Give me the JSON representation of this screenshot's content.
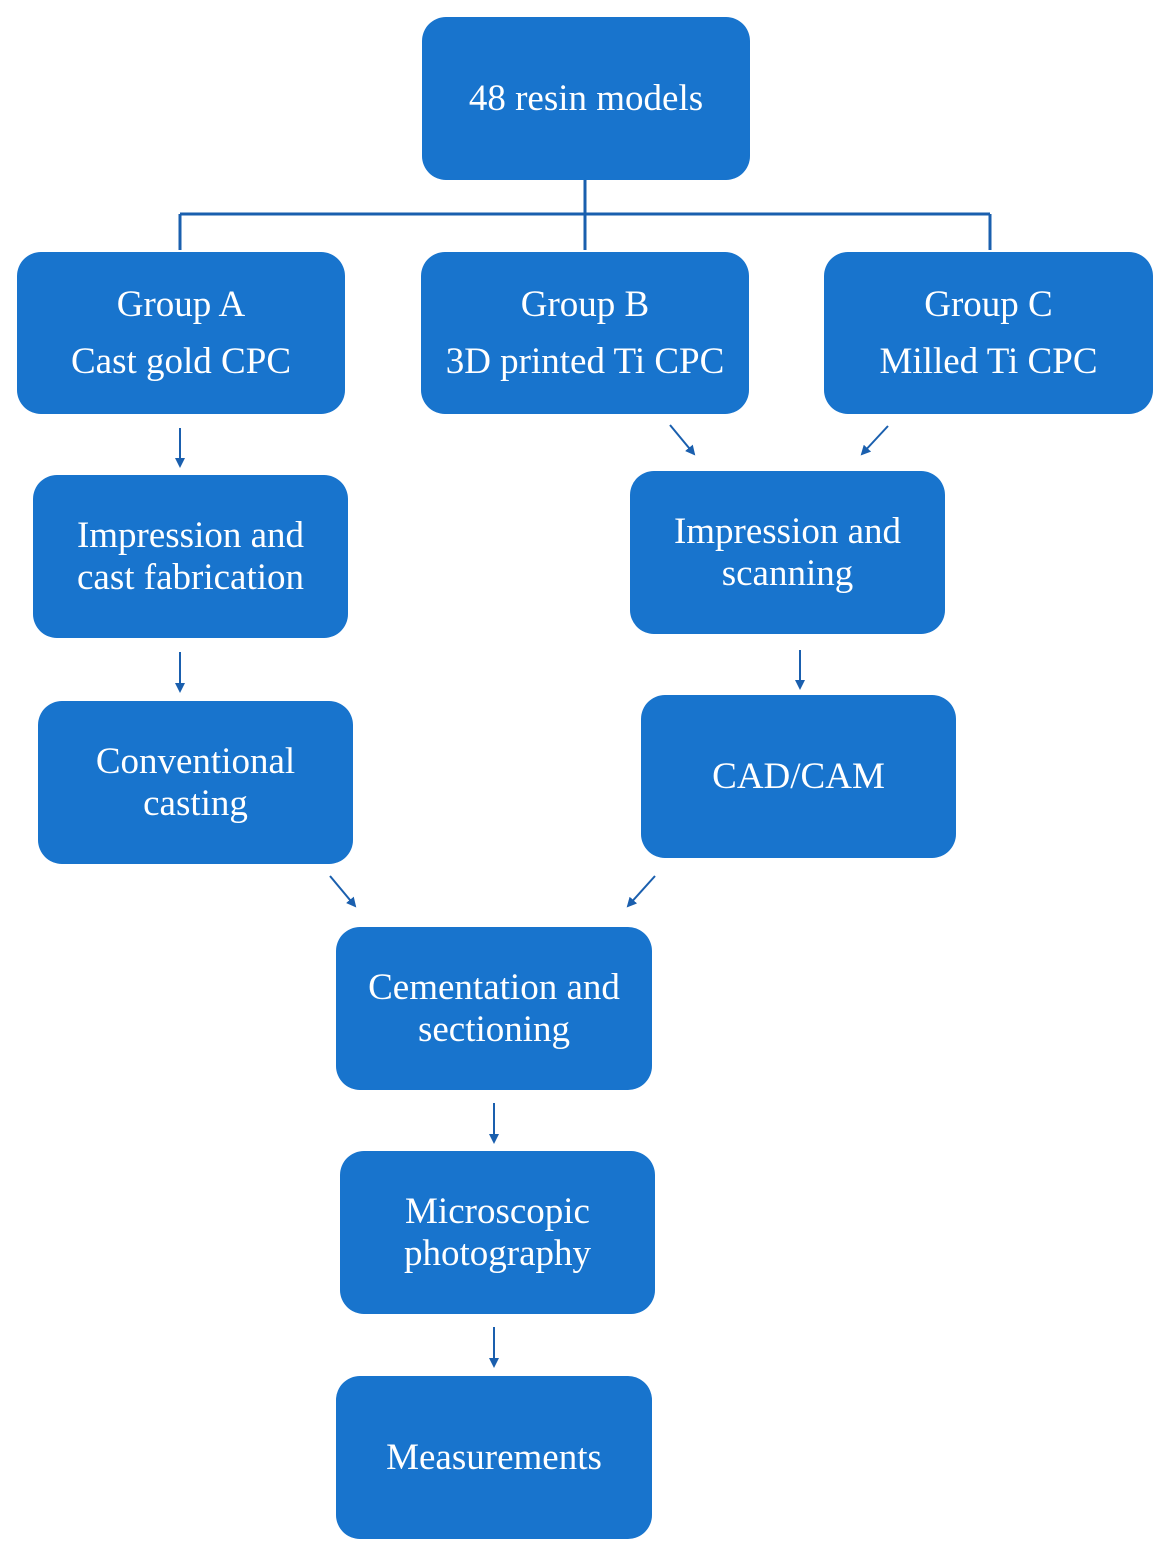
{
  "diagram": {
    "root": "48 resin models",
    "group_a": {
      "line1": "Group A",
      "line2": "Cast gold CPC"
    },
    "group_b": {
      "line1": "Group B",
      "line2": "3D printed Ti CPC"
    },
    "group_c": {
      "line1": "Group C",
      "line2": "Milled Ti CPC"
    },
    "impression_cast": {
      "line1": "Impression and",
      "line2": "cast fabrication"
    },
    "impression_scan": {
      "line1": "Impression and",
      "line2": "scanning"
    },
    "conventional": {
      "line1": "Conventional",
      "line2": "casting"
    },
    "cadcam": "CAD/CAM",
    "cementation": {
      "line1": "Cementation and",
      "line2": "sectioning"
    },
    "microscopic": {
      "line1": "Microscopic",
      "line2": "photography"
    },
    "measurements": "Measurements"
  },
  "colors": {
    "box_fill": "#1874CD",
    "connector": "#1a5fae",
    "text": "#ffffff"
  }
}
